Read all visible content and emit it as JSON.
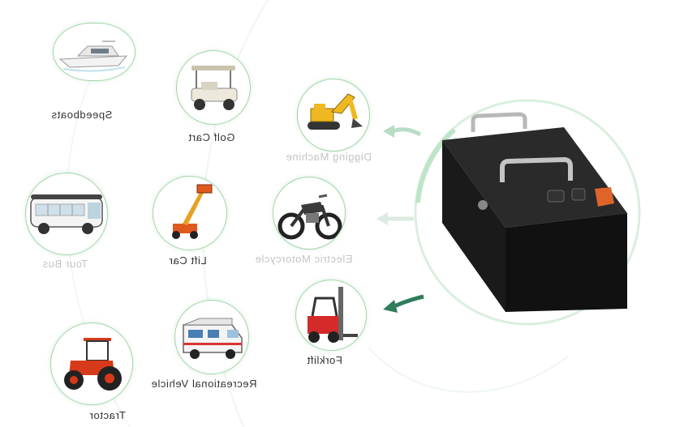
{
  "applications": [
    {
      "label": "Speedboats",
      "icon": "speedboat-icon",
      "faded": false
    },
    {
      "label": "Golf Cart",
      "icon": "golf-cart-icon",
      "faded": false
    },
    {
      "label": "Digging Machine",
      "icon": "excavator-icon",
      "faded": true
    },
    {
      "label": "Tour Bus",
      "icon": "tour-bus-icon",
      "faded": true
    },
    {
      "label": "Lift Car",
      "icon": "lift-car-icon",
      "faded": false
    },
    {
      "label": "Electric Motorcycle",
      "icon": "motorcycle-icon",
      "faded": true
    },
    {
      "label": "Forklift",
      "icon": "forklift-icon",
      "faded": false
    },
    {
      "label": "Recreational Vehicle",
      "icon": "rv-icon",
      "faded": false
    },
    {
      "label": "Tractor",
      "icon": "tractor-icon",
      "faded": false
    }
  ],
  "product": {
    "icon": "lithium-battery-pack-icon"
  },
  "colors": {
    "accent": "#2e9e58",
    "ring": "#9fd6a8",
    "battery": "#1c1c1c",
    "terminal": "#e0642a"
  }
}
